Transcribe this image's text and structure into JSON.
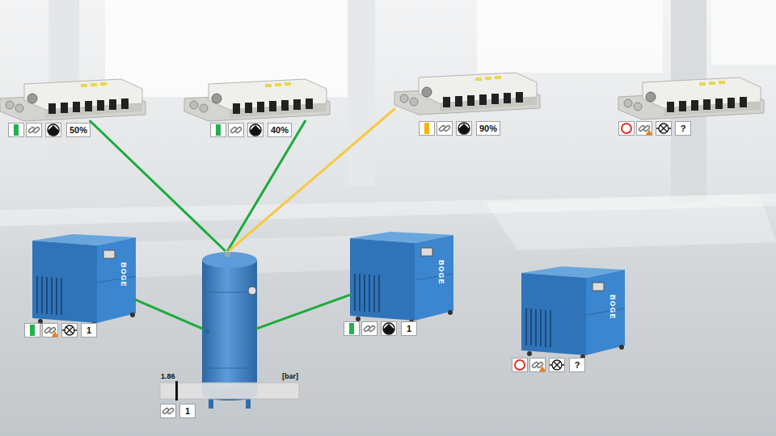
{
  "diagram": {
    "nodes": [
      {
        "text": [
          "50%"
        ]
      },
      {
        "text": [
          "40%"
        ]
      },
      {
        "text": [
          "90%"
        ]
      },
      {
        "text": [
          "?"
        ]
      },
      {
        "text": [
          "1"
        ]
      },
      {
        "text": [
          "1.86",
          "[bar]",
          "1"
        ]
      },
      {
        "text": [
          "1"
        ]
      },
      {
        "text": [
          "?"
        ]
      }
    ],
    "edges": [
      {
        "from": 5,
        "to": 0,
        "arrow": "none"
      },
      {
        "from": 5,
        "to": 1,
        "arrow": "none"
      },
      {
        "from": 5,
        "to": 2,
        "arrow": "none"
      },
      {
        "from": 4,
        "to": 5,
        "arrow": "none"
      },
      {
        "from": 6,
        "to": 5,
        "arrow": "none"
      }
    ],
    "labels": [
      "BOGE",
      "BOGE",
      "BOGE"
    ]
  }
}
